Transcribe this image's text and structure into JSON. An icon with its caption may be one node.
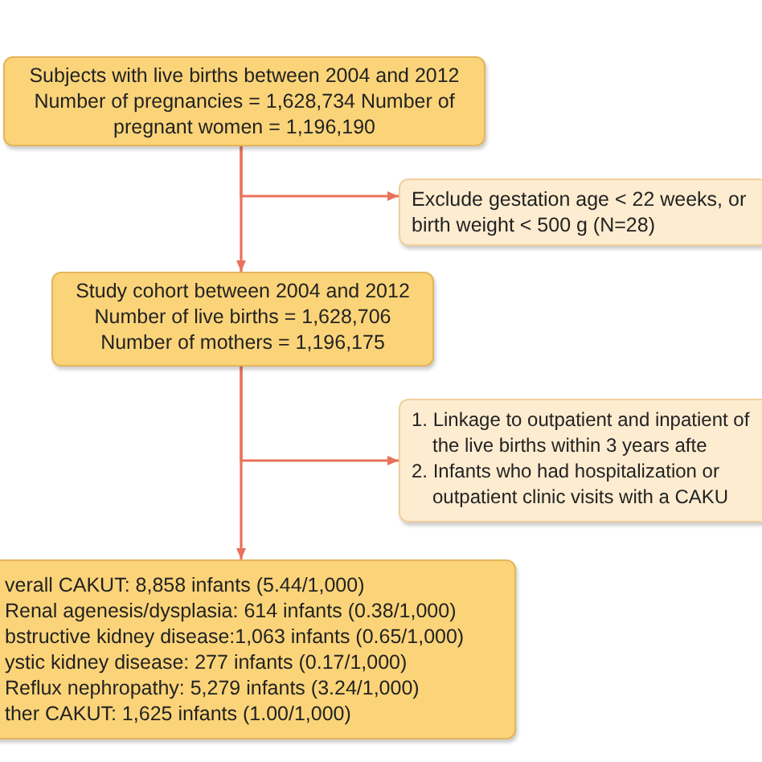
{
  "diagram": {
    "nodes": [
      {
        "text": [
          "Subjects with live births between 2004 and 2012 Number of pregnancies = 1,628,734 Number of pregnant women = 1,196,190"
        ]
      },
      {
        "text": [
          "Exclude gestation age < 22 weeks, or birth weight < 500 g (N=28)"
        ]
      },
      {
        "text": [
          "Study cohort between 2004 and 2012 Number of live births = 1,628,706 Number of mothers = 1,196,175"
        ]
      },
      {
        "text": [
          "1. Linkage to outpatient and inpatient of the live births within 3 years afte",
          "2. Infants who had hospitalization or outpatient clinic visits with a CAKU"
        ]
      },
      {
        "text": [
          "verall CAKUT: 8,858 infants (5.44/1,000)",
          "Renal agenesis/dysplasia: 614 infants (0.38/1,000)",
          "bstructive kidney disease:1,063 infants (0.65/1,000)",
          "ystic kidney disease: 277 infants (0.17/1,000)",
          "Reflux nephropathy: 5,279 infants (3.24/1,000)",
          "ther CAKUT: 1,625 infants (1.00/1,000)"
        ]
      }
    ],
    "edges": [
      {
        "from": 0,
        "to": 2,
        "arrow": "to"
      },
      {
        "from": 0,
        "to": 1,
        "arrow": "to"
      },
      {
        "from": 2,
        "to": 4,
        "arrow": "to"
      },
      {
        "from": 2,
        "to": 3,
        "arrow": "to"
      }
    ]
  }
}
